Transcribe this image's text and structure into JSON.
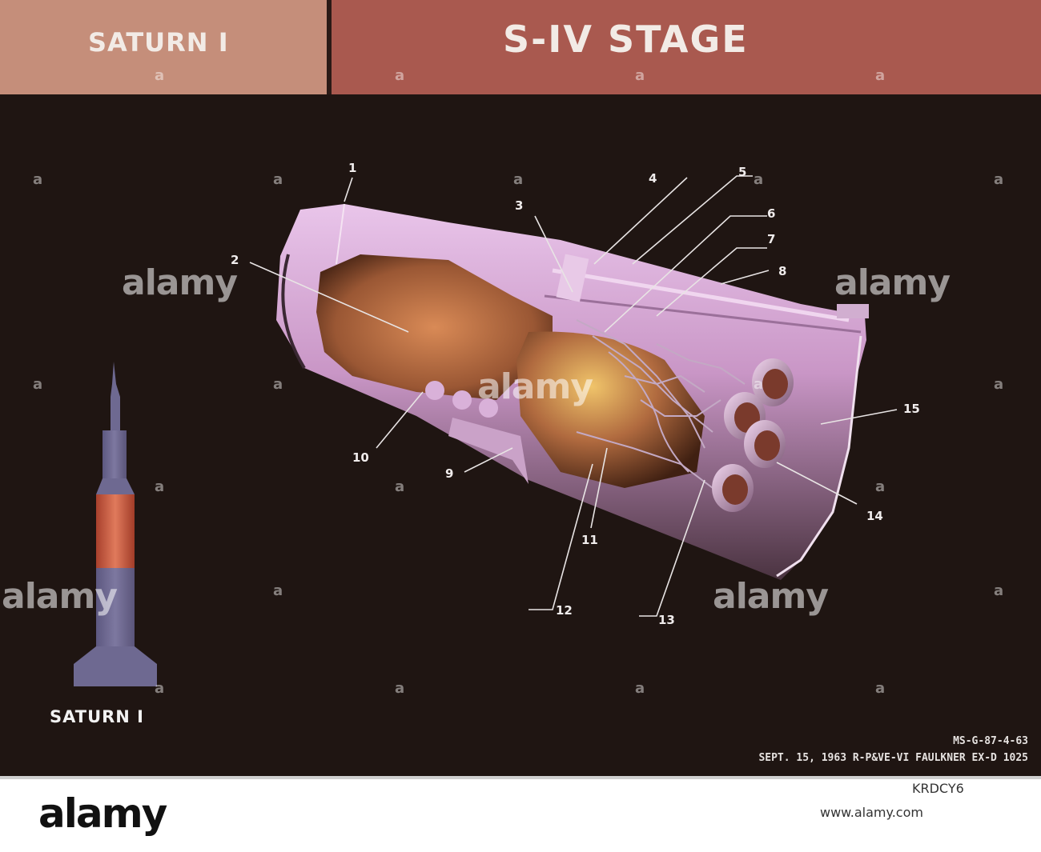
{
  "header": {
    "left_title": "SATURN I",
    "right_title": "S-IV STAGE"
  },
  "diagram": {
    "callouts": [
      "1",
      "2",
      "3",
      "4",
      "5",
      "6",
      "7",
      "8",
      "9",
      "10",
      "11",
      "12",
      "13",
      "14",
      "15"
    ],
    "rocket_caption": "SATURN I",
    "stamp_line_1": "MS-G-87-4-63",
    "stamp_line_2": "SEPT. 15, 1963   R-P&VE-VI FAULKNER EX-D 1025"
  },
  "watermark": {
    "text": "alamy",
    "letter": "a"
  },
  "footer": {
    "logo": "alamy",
    "image_id": "KRDCY6",
    "url": "www.alamy.com"
  },
  "colors": {
    "header_left": "#c58e7a",
    "header_right": "#a9594f",
    "panel": "#1f1512",
    "stage_body": "#d7a8d6",
    "tank_orange": "#c8794a",
    "rocket_body": "#6f6a90",
    "rocket_band": "#c8553a"
  }
}
